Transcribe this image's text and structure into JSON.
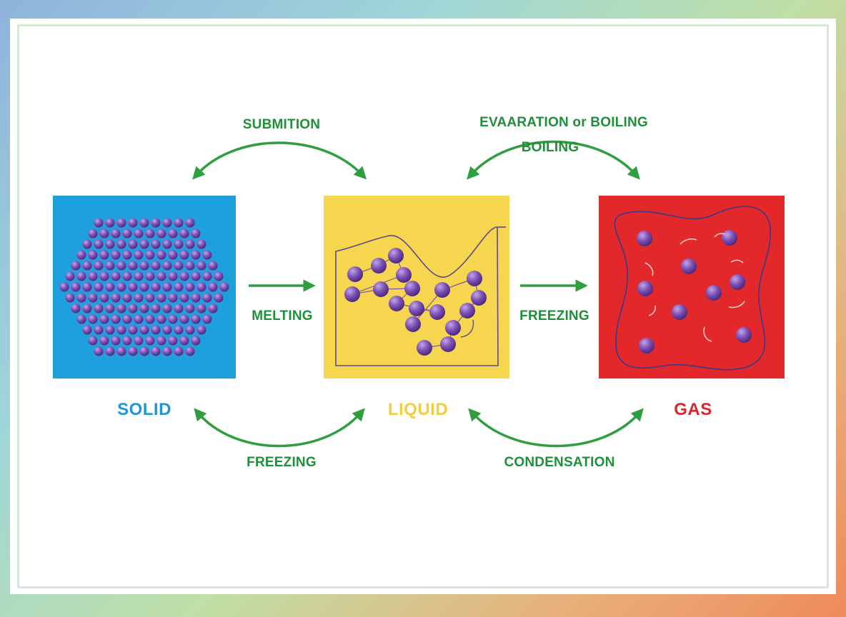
{
  "diagram": {
    "transitions": {
      "top_left": "SUBMITION",
      "top_right_line1": "EVAARATION or BOILING",
      "top_right_line2": "BOILING",
      "mid_left": "MELTING",
      "mid_right": "FREEZING",
      "bottom_left": "FREEZING",
      "bottom_right": "CONDENSATION"
    },
    "states": [
      {
        "label": "SOLID",
        "color": "#1f97d4",
        "box_color": "#1ea0de"
      },
      {
        "label": "LIQUID",
        "color": "#f2cd42",
        "box_color": "#f7d64f"
      },
      {
        "label": "GAS",
        "color": "#d8262c",
        "box_color": "#e2282b"
      }
    ],
    "colors": {
      "arrow": "#2e9e3e",
      "particle": "#7a4fb0",
      "particle_highlight": "#b797e0",
      "bond": "#8a6fb8"
    }
  }
}
